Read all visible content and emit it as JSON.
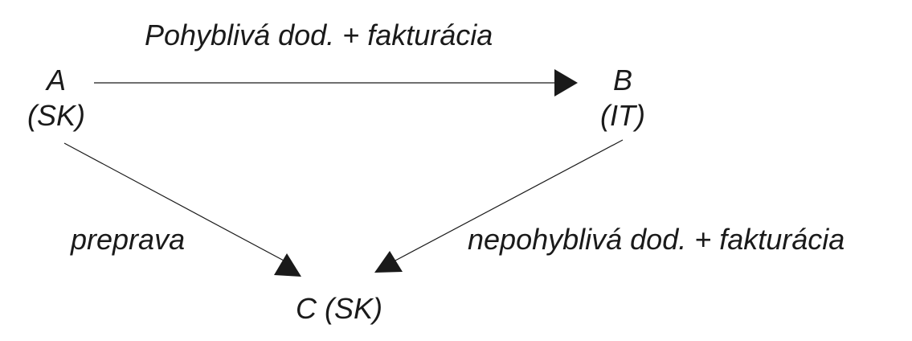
{
  "nodes": {
    "a": {
      "name": "A",
      "country": "(SK)"
    },
    "b": {
      "name": "B",
      "country": "(IT)"
    },
    "c": {
      "label": "C (SK)"
    }
  },
  "edges": {
    "a_to_b": {
      "label": "Pohyblivá dod. + fakturácia"
    },
    "a_to_c": {
      "label": "preprava"
    },
    "b_to_c": {
      "label": "nepohyblivá dod. + fakturácia"
    }
  },
  "colors": {
    "stroke": "#1a1a1a",
    "background": "#ffffff"
  }
}
